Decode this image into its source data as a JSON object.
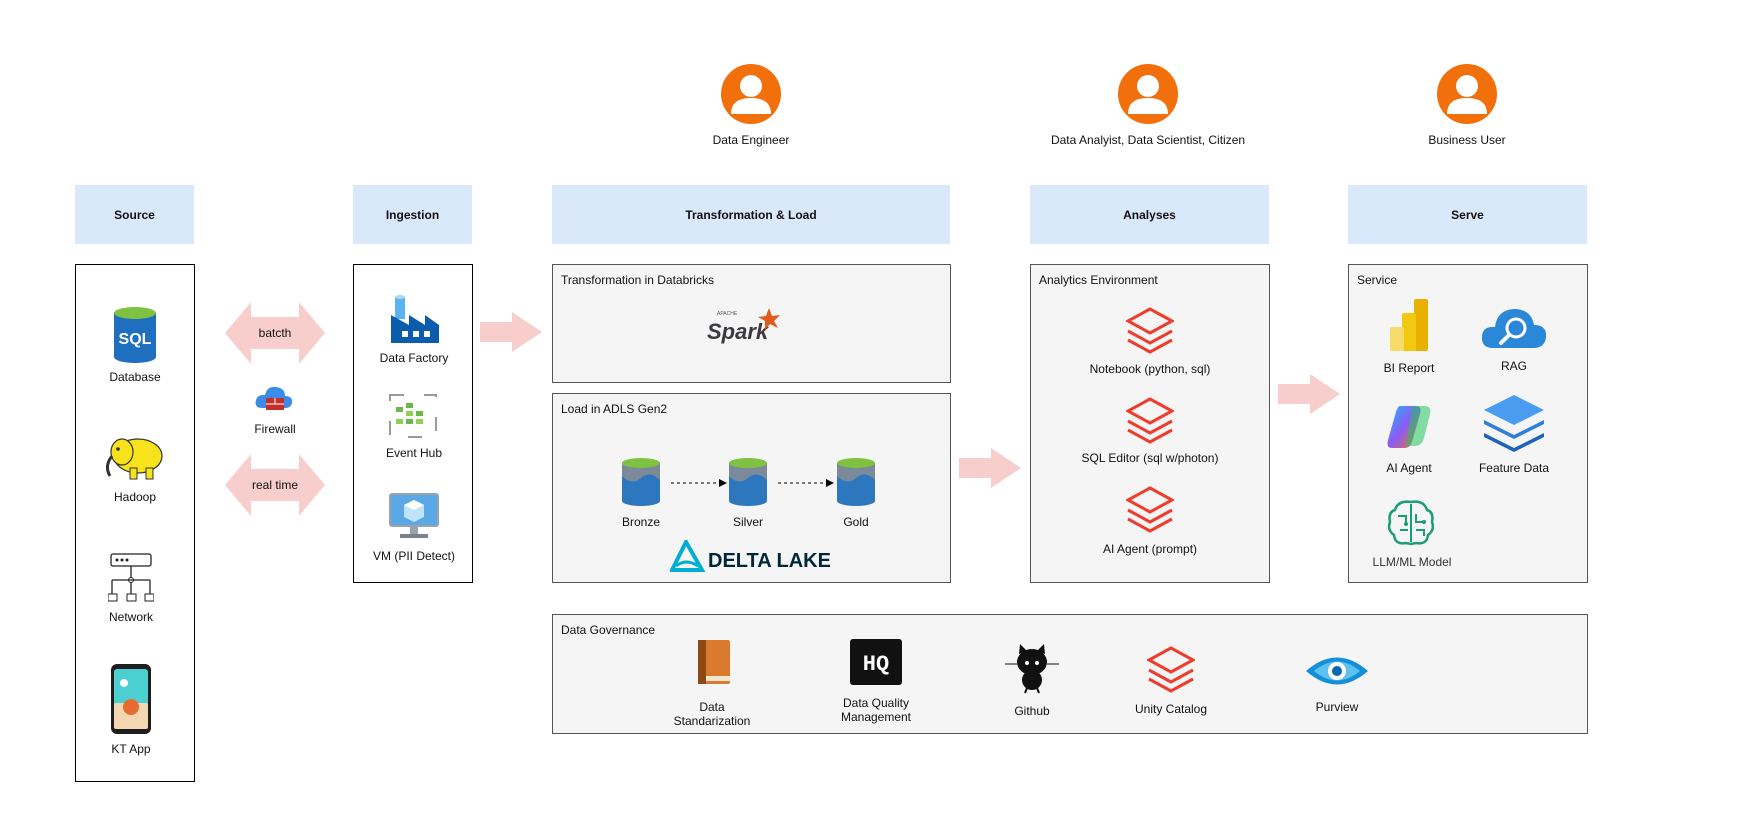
{
  "personas": {
    "data_engineer": "Data Engineer",
    "analysts": "Data Analyist, Data Scientist, Citizen",
    "business_user": "Business User"
  },
  "headers": {
    "source": "Source",
    "ingestion": "Ingestion",
    "transformation": "Transformation & Load",
    "analyses": "Analyses",
    "serve": "Serve"
  },
  "source": {
    "database": "Database",
    "hadoop": "Hadoop",
    "network": "Network",
    "kt_app": "KT App",
    "sql_icon_text": "SQL"
  },
  "links": {
    "batch": "batcth",
    "firewall": "Firewall",
    "realtime": "real time"
  },
  "ingestion": {
    "data_factory": "Data Factory",
    "event_hub": "Event Hub",
    "vm": "VM (PII Detect)"
  },
  "transformation": {
    "title": "Transformation in Databricks",
    "spark_small": "APACHE",
    "spark": "Spark"
  },
  "load": {
    "title": "Load in ADLS Gen2",
    "bronze": "Bronze",
    "silver": "Silver",
    "gold": "Gold",
    "delta_lake": "DELTA LAKE"
  },
  "analyses": {
    "title": "Analytics Environment",
    "notebook": "Notebook (python, sql)",
    "sql_editor": "SQL Editor (sql w/photon)",
    "ai_agent": "AI Agent (prompt)"
  },
  "serve": {
    "title": "Service",
    "bi_report": "BI Report",
    "rag": "RAG",
    "ai_agent": "AI Agent",
    "feature_data": "Feature Data",
    "llm_model": "LLM/ML Model"
  },
  "governance": {
    "title": "Data Governance",
    "standardization_1": "Data",
    "standardization_2": "Standarization",
    "dq_icon_text": "HQ",
    "dq_1": "Data Quality",
    "dq_2": "Management",
    "github": "Github",
    "unity_catalog": "Unity Catalog",
    "purview": "Purview"
  },
  "colors": {
    "header_fill": "#dae8fc",
    "persona_orange": "#f2700c",
    "arrow_pink": "#f8cecc",
    "panel_fill": "#f5f5f5",
    "databricks_red": "#ee3d2c"
  }
}
